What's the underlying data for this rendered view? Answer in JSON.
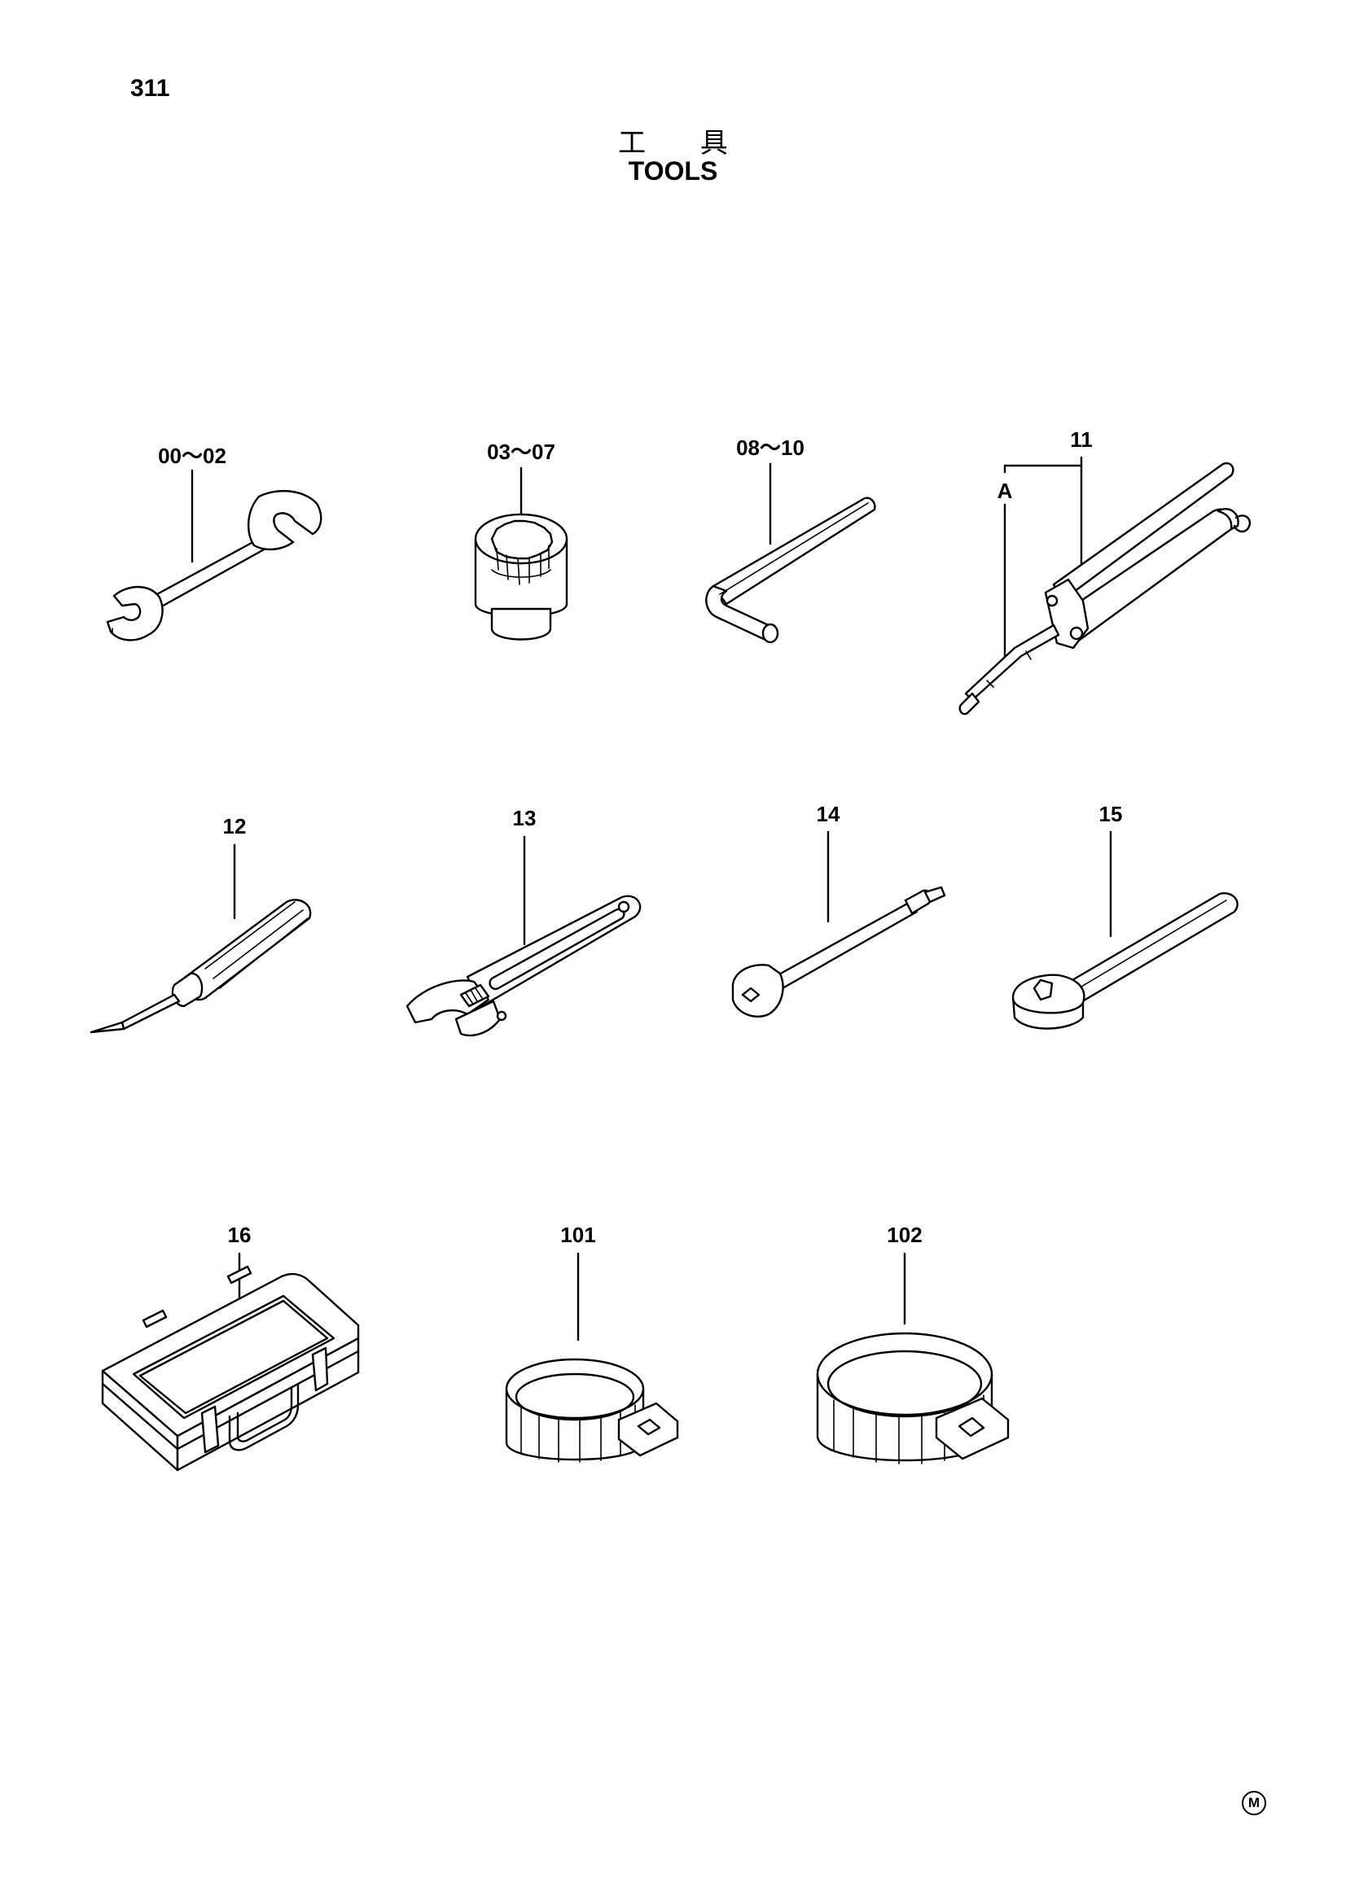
{
  "page": {
    "number": "311",
    "title_jp": "工 具",
    "title_en": "TOOLS",
    "mark": "M"
  },
  "callouts": [
    {
      "id": "00-02",
      "label": "00～02",
      "part": "open-end-wrench"
    },
    {
      "id": "03-07",
      "label": "03～07",
      "part": "socket"
    },
    {
      "id": "08-10",
      "label": "08～10",
      "part": "hex-key"
    },
    {
      "id": "11",
      "label": "11",
      "part": "grease-gun"
    },
    {
      "id": "A",
      "label": "A",
      "part": "grease-gun-hose"
    },
    {
      "id": "12",
      "label": "12",
      "part": "screwdriver"
    },
    {
      "id": "13",
      "label": "13",
      "part": "adjustable-wrench"
    },
    {
      "id": "14",
      "label": "14",
      "part": "extension-bar"
    },
    {
      "id": "15",
      "label": "15",
      "part": "ratchet-handle"
    },
    {
      "id": "16",
      "label": "16",
      "part": "tool-box"
    },
    {
      "id": "101",
      "label": "101",
      "part": "filter-wrench-small"
    },
    {
      "id": "102",
      "label": "102",
      "part": "filter-wrench-large"
    }
  ]
}
